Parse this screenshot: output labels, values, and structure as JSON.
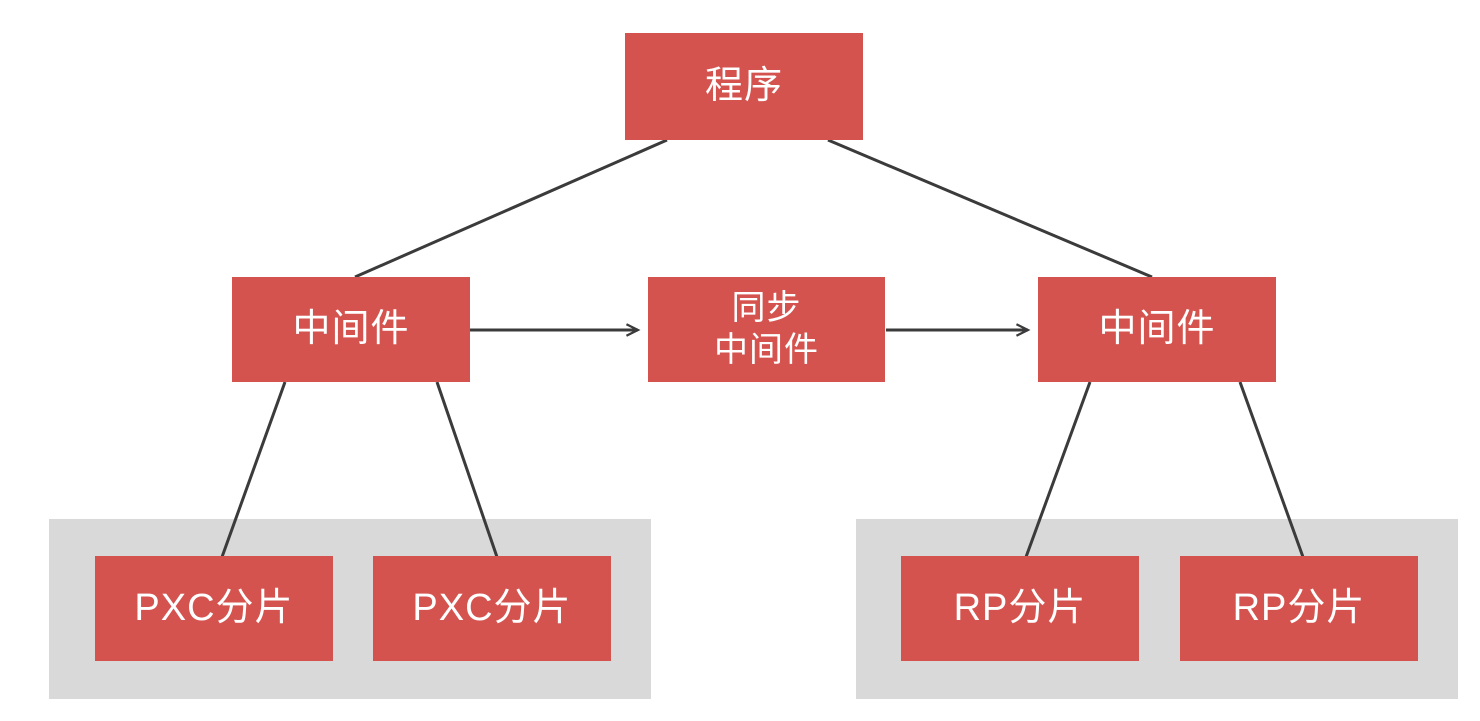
{
  "diagram": {
    "colors": {
      "node_fill": "#d5534f",
      "node_text": "#ffffff",
      "container_fill": "#d9d9d9",
      "connector": "#3b3b3b",
      "page_bg": "#ffffff"
    },
    "nodes": {
      "program": {
        "label": "程序"
      },
      "middleware_left": {
        "label": "中间件"
      },
      "sync_middleware": {
        "label": "同步\n中间件"
      },
      "middleware_right": {
        "label": "中间件"
      },
      "pxc_shard_1": {
        "label": "PXC分片"
      },
      "pxc_shard_2": {
        "label": "PXC分片"
      },
      "rp_shard_1": {
        "label": "RP分片"
      },
      "rp_shard_2": {
        "label": "RP分片"
      }
    },
    "edges": [
      {
        "from": "program",
        "to": "middleware_left",
        "arrow": false
      },
      {
        "from": "program",
        "to": "middleware_right",
        "arrow": false
      },
      {
        "from": "middleware_left",
        "to": "sync_middleware",
        "arrow": true
      },
      {
        "from": "sync_middleware",
        "to": "middleware_right",
        "arrow": true
      },
      {
        "from": "middleware_left",
        "to": "pxc_shard_1",
        "arrow": false
      },
      {
        "from": "middleware_left",
        "to": "pxc_shard_2",
        "arrow": false
      },
      {
        "from": "middleware_right",
        "to": "rp_shard_1",
        "arrow": false
      },
      {
        "from": "middleware_right",
        "to": "rp_shard_2",
        "arrow": false
      }
    ]
  }
}
